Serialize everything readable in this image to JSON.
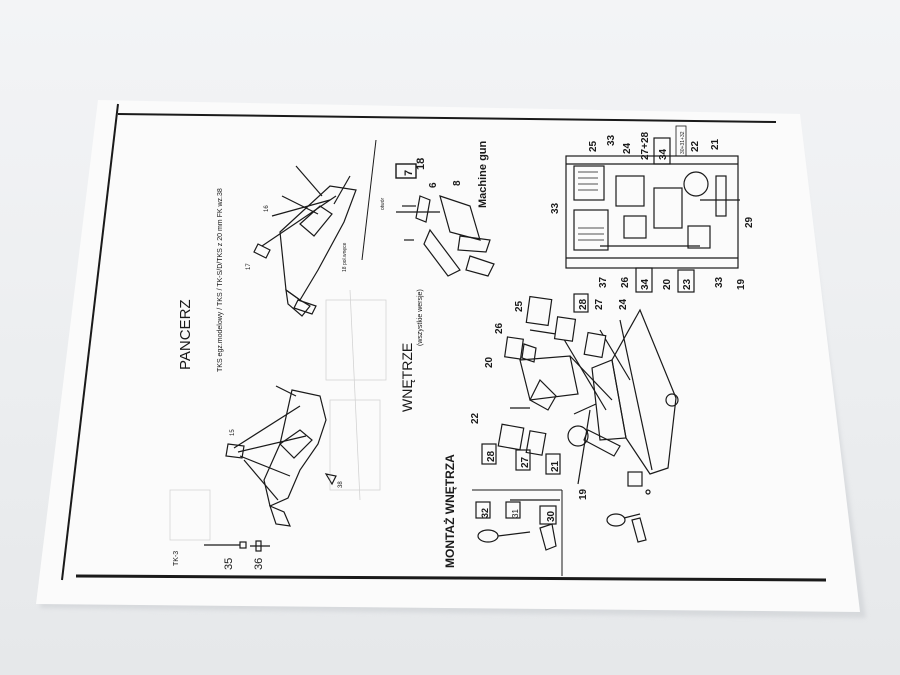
{
  "sheet": {
    "title_pancerz": "PANCERZ",
    "subtitle_pancerz": "TKS egz.modelowy / TKS / TK-S/D/TKS z 20 mm FK wz.38",
    "title_wnetrze": "WNĘTRZE",
    "subtitle_wnetrze": "(wszystkie wersje)",
    "title_montaz": "MONTAŻ WNĘTRZA",
    "label_tk3": "TK-3",
    "label_machine_gun": "Machine gun",
    "label_otwor": "otwór",
    "label_18_pol": "18 pol.wnęce"
  },
  "parts": {
    "p15": "15",
    "p16": "16",
    "p17": "17",
    "p38": "38",
    "p35": "35",
    "p36": "36",
    "p7": "7",
    "p18": "18",
    "p6": "6",
    "p8": "8",
    "p25": "25",
    "p28": "28",
    "p26": "26",
    "p27": "27",
    "p24": "24",
    "p20": "20",
    "p22": "22",
    "p21": "21",
    "p19": "19",
    "p31": "31",
    "p30": "30",
    "p32": "32",
    "top25": "25",
    "top33a": "33",
    "top24": "24",
    "top27_28": "27+28",
    "top34": "34",
    "top_small": "30+31+32",
    "top22": "22",
    "top21": "21",
    "top33b": "33",
    "top29": "29",
    "bot37": "37",
    "bot26": "26",
    "bot34": "34",
    "bot20": "20",
    "bot23": "23",
    "bot33": "33",
    "bot19": "19"
  },
  "colors": {
    "paper": "#fbfbfb",
    "ink": "#1a1a1a",
    "background": "#eceef0"
  }
}
